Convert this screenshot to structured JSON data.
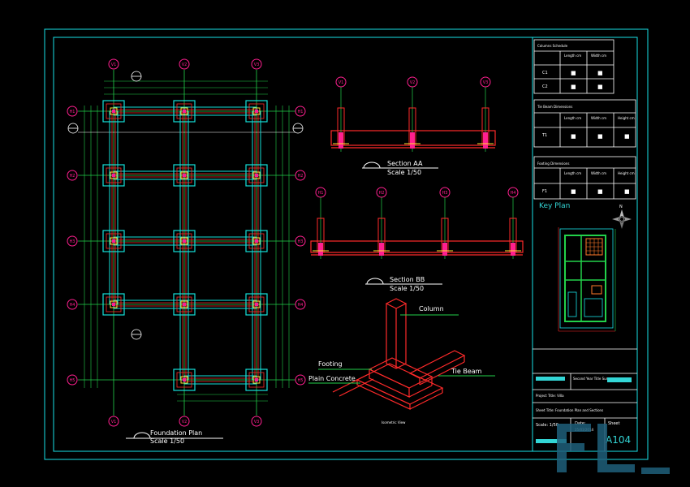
{
  "colors": {
    "background": "#000000",
    "frame": "#19e0e6",
    "grid_lines": "#22d14a",
    "footing": "#14e0d8",
    "tie_beam": "#ff2a2a",
    "column_box": "#ffe033",
    "axis_bubble": "#ff1f8f",
    "text": "#ffffff",
    "title_block_text": "#33d6d6"
  },
  "axes": {
    "vertical": [
      "V1",
      "V2",
      "V3"
    ],
    "horizontal": [
      "H1",
      "H2",
      "H3",
      "H4",
      "H5"
    ],
    "section_aa": [
      "V1",
      "V2",
      "V3"
    ],
    "section_bb": [
      "H1",
      "H2",
      "H3",
      "H4"
    ]
  },
  "foundation_plan": {
    "title": "Foundation Plan",
    "scale": "Scale 1/50"
  },
  "section_aa": {
    "title": "Section AA",
    "scale": "Scale 1/50"
  },
  "section_bb": {
    "title": "Section BB",
    "scale": "Scale 1/50"
  },
  "isometric": {
    "labels": {
      "column": "Column",
      "footing": "Footing",
      "plain_concrete": "Plain Concrete",
      "tie_beam": "Tie Beam"
    },
    "caption": "Isometric View"
  },
  "title_block": {
    "columns_schedule": {
      "heading": "Columns Schedule",
      "header": [
        "",
        "Length cm",
        "Width cm"
      ],
      "rows": [
        [
          "C1",
          "■",
          "■"
        ],
        [
          "C2",
          "■",
          "■"
        ]
      ]
    },
    "tie_beam_dimensions": {
      "heading": "Tie Beam Dimensions",
      "header": [
        "",
        "Length cm",
        "Width cm",
        "Height cm"
      ],
      "rows": [
        [
          "T1",
          "■",
          "■",
          "■"
        ]
      ]
    },
    "footing_dimensions": {
      "heading": "Footing Dimensions",
      "header": [
        "",
        "Length cm",
        "Width cm",
        "Height cm"
      ],
      "rows": [
        [
          "F1",
          "■",
          "■",
          "■"
        ]
      ]
    },
    "key_plan": "Key Plan",
    "north_arrow": "N",
    "surveyor": "Second Year Title Surveyor",
    "project": "Project Title: Villa",
    "sheet_title": "Sheet Title: Foundation Plan and Sections",
    "scale": "Scale: 1/50",
    "date_label": "Date:",
    "date": "25/03/2014",
    "sheet_label": "Sheet",
    "sheet_number": "A104"
  },
  "watermark": "FL"
}
